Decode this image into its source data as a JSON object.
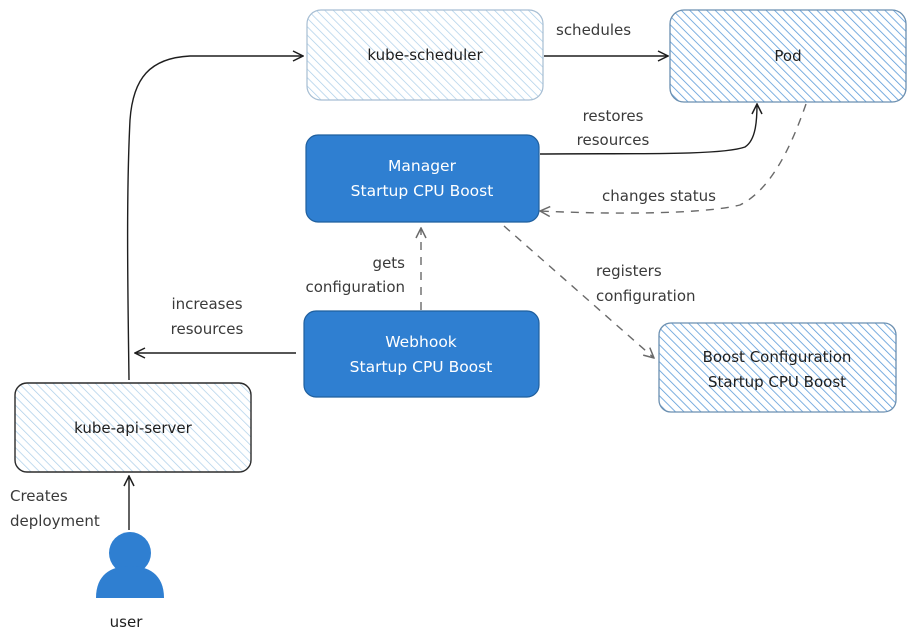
{
  "nodes": {
    "kube_scheduler": "kube-scheduler",
    "pod": "Pod",
    "manager": [
      "Manager",
      "Startup CPU Boost"
    ],
    "webhook": [
      "Webhook",
      "Startup CPU Boost"
    ],
    "boost_config": [
      "Boost Configuration",
      "Startup CPU Boost"
    ],
    "kube_api_server": "kube-api-server",
    "user": "user"
  },
  "edges": {
    "schedules": "schedules",
    "restores_resources": [
      "restores",
      "resources"
    ],
    "changes_status": "changes status",
    "gets_configuration": [
      "gets",
      "configuration"
    ],
    "registers_configuration": [
      "registers",
      "configuration"
    ],
    "increases_resources": [
      "increases",
      "resources"
    ],
    "creates_deployment": [
      "Creates",
      "deployment"
    ]
  },
  "colors": {
    "accent_blue": "#2f7fd1",
    "hatch_light": "#a9cde8",
    "hatch_dark": "#4a90d9",
    "stroke": "#1e1e1e",
    "node_border_light": "#6b8fb0"
  }
}
